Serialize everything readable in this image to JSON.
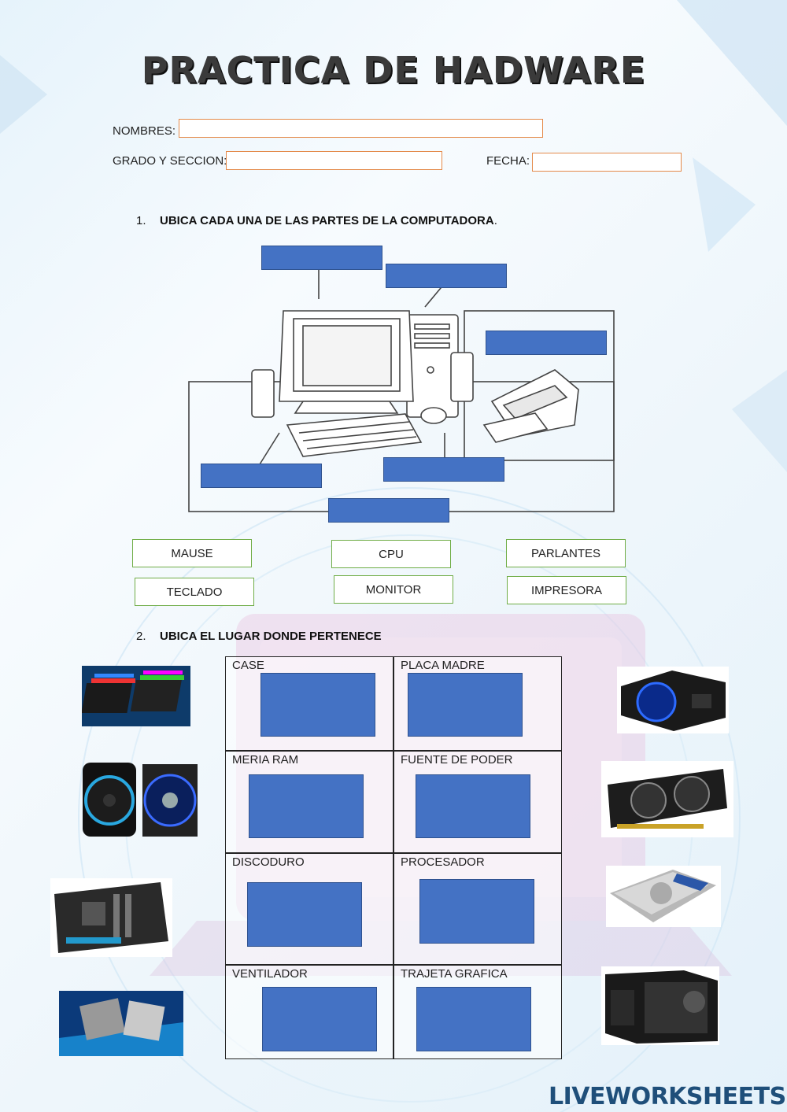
{
  "title": "PRACTICA DE HADWARE",
  "form": {
    "nombres_label": "NOMBRES:",
    "grado_label": "GRADO Y SECCION:",
    "fecha_label": "FECHA:"
  },
  "section1": {
    "number": "1.",
    "instruction": "UBICA CADA UNA DE LAS PARTES DE LA COMPUTADORA",
    "period": ".",
    "words": [
      "MAUSE",
      "CPU",
      "PARLANTES",
      "TECLADO",
      "MONITOR",
      "IMPRESORA"
    ]
  },
  "section2": {
    "number": "2.",
    "instruction": "UBICA EL LUGAR DONDE PERTENECE",
    "cells": [
      "CASE",
      "PLACA MADRE",
      "MERIA RAM",
      "FUENTE DE PODER",
      "DISCODURO",
      "PROCESADOR",
      "VENTILADOR",
      "TRAJETA GRAFICA"
    ]
  },
  "images": [
    "ram-memory",
    "cooling-fans",
    "motherboard",
    "processors",
    "power-supply",
    "graphics-card",
    "hard-drive",
    "computer-case",
    "computer-setup"
  ],
  "colors": {
    "drop_zone": "#4472c4",
    "word_border": "#70ad47",
    "field_border": "#e48a4a"
  },
  "branding": {
    "logo_text": "LIVEWORKSHEETS"
  }
}
